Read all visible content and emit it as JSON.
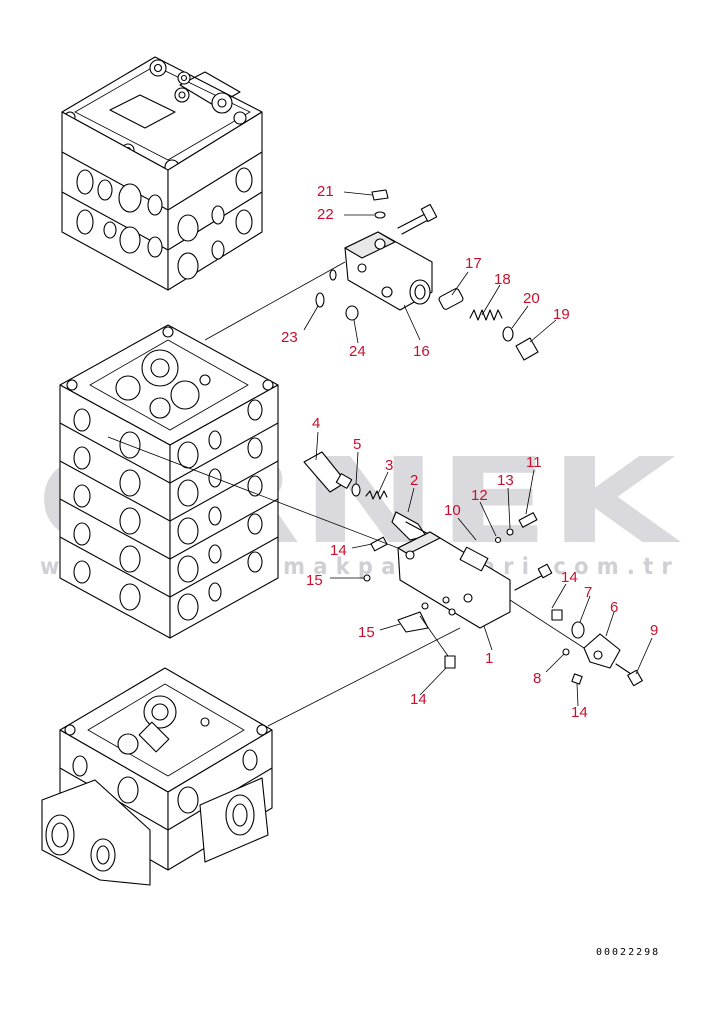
{
  "watermark": {
    "brand": "ÖRNEK",
    "url": "www.ornekismakparcalari.com.tr"
  },
  "document_number": "00022298",
  "callouts": {
    "c1": "1",
    "c2": "2",
    "c3": "3",
    "c4": "4",
    "c5": "5",
    "c6": "6",
    "c7": "7",
    "c8": "8",
    "c9": "9",
    "c10": "10",
    "c11": "11",
    "c12": "12",
    "c13": "13",
    "c14a": "14",
    "c14b": "14",
    "c14c": "14",
    "c14d": "14",
    "c15a": "15",
    "c15b": "15",
    "c16": "16",
    "c17": "17",
    "c18": "18",
    "c19": "19",
    "c20": "20",
    "c21": "21",
    "c22": "22",
    "c23": "23",
    "c24": "24"
  },
  "colors": {
    "callout": "#c8102e",
    "watermark": "#d9d9de",
    "lines": "#000000"
  }
}
